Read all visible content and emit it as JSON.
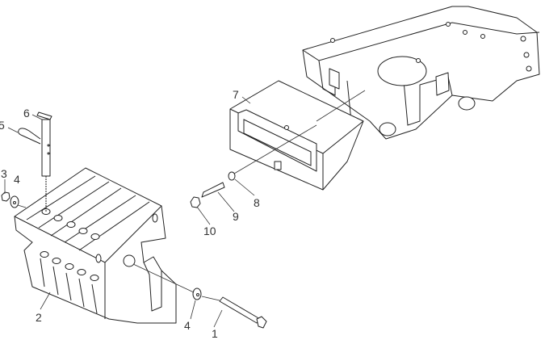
{
  "diagram": {
    "type": "exploded-parts-view",
    "callouts": [
      {
        "id": "c1",
        "text": "1"
      },
      {
        "id": "c2",
        "text": "2"
      },
      {
        "id": "c3",
        "text": "3"
      },
      {
        "id": "c4a",
        "text": "4"
      },
      {
        "id": "c4b",
        "text": "4"
      },
      {
        "id": "c5",
        "text": "5"
      },
      {
        "id": "c6",
        "text": "6"
      },
      {
        "id": "c7",
        "text": "7"
      },
      {
        "id": "c8",
        "text": "8"
      },
      {
        "id": "c9",
        "text": "9"
      },
      {
        "id": "c10",
        "text": "10"
      }
    ]
  }
}
